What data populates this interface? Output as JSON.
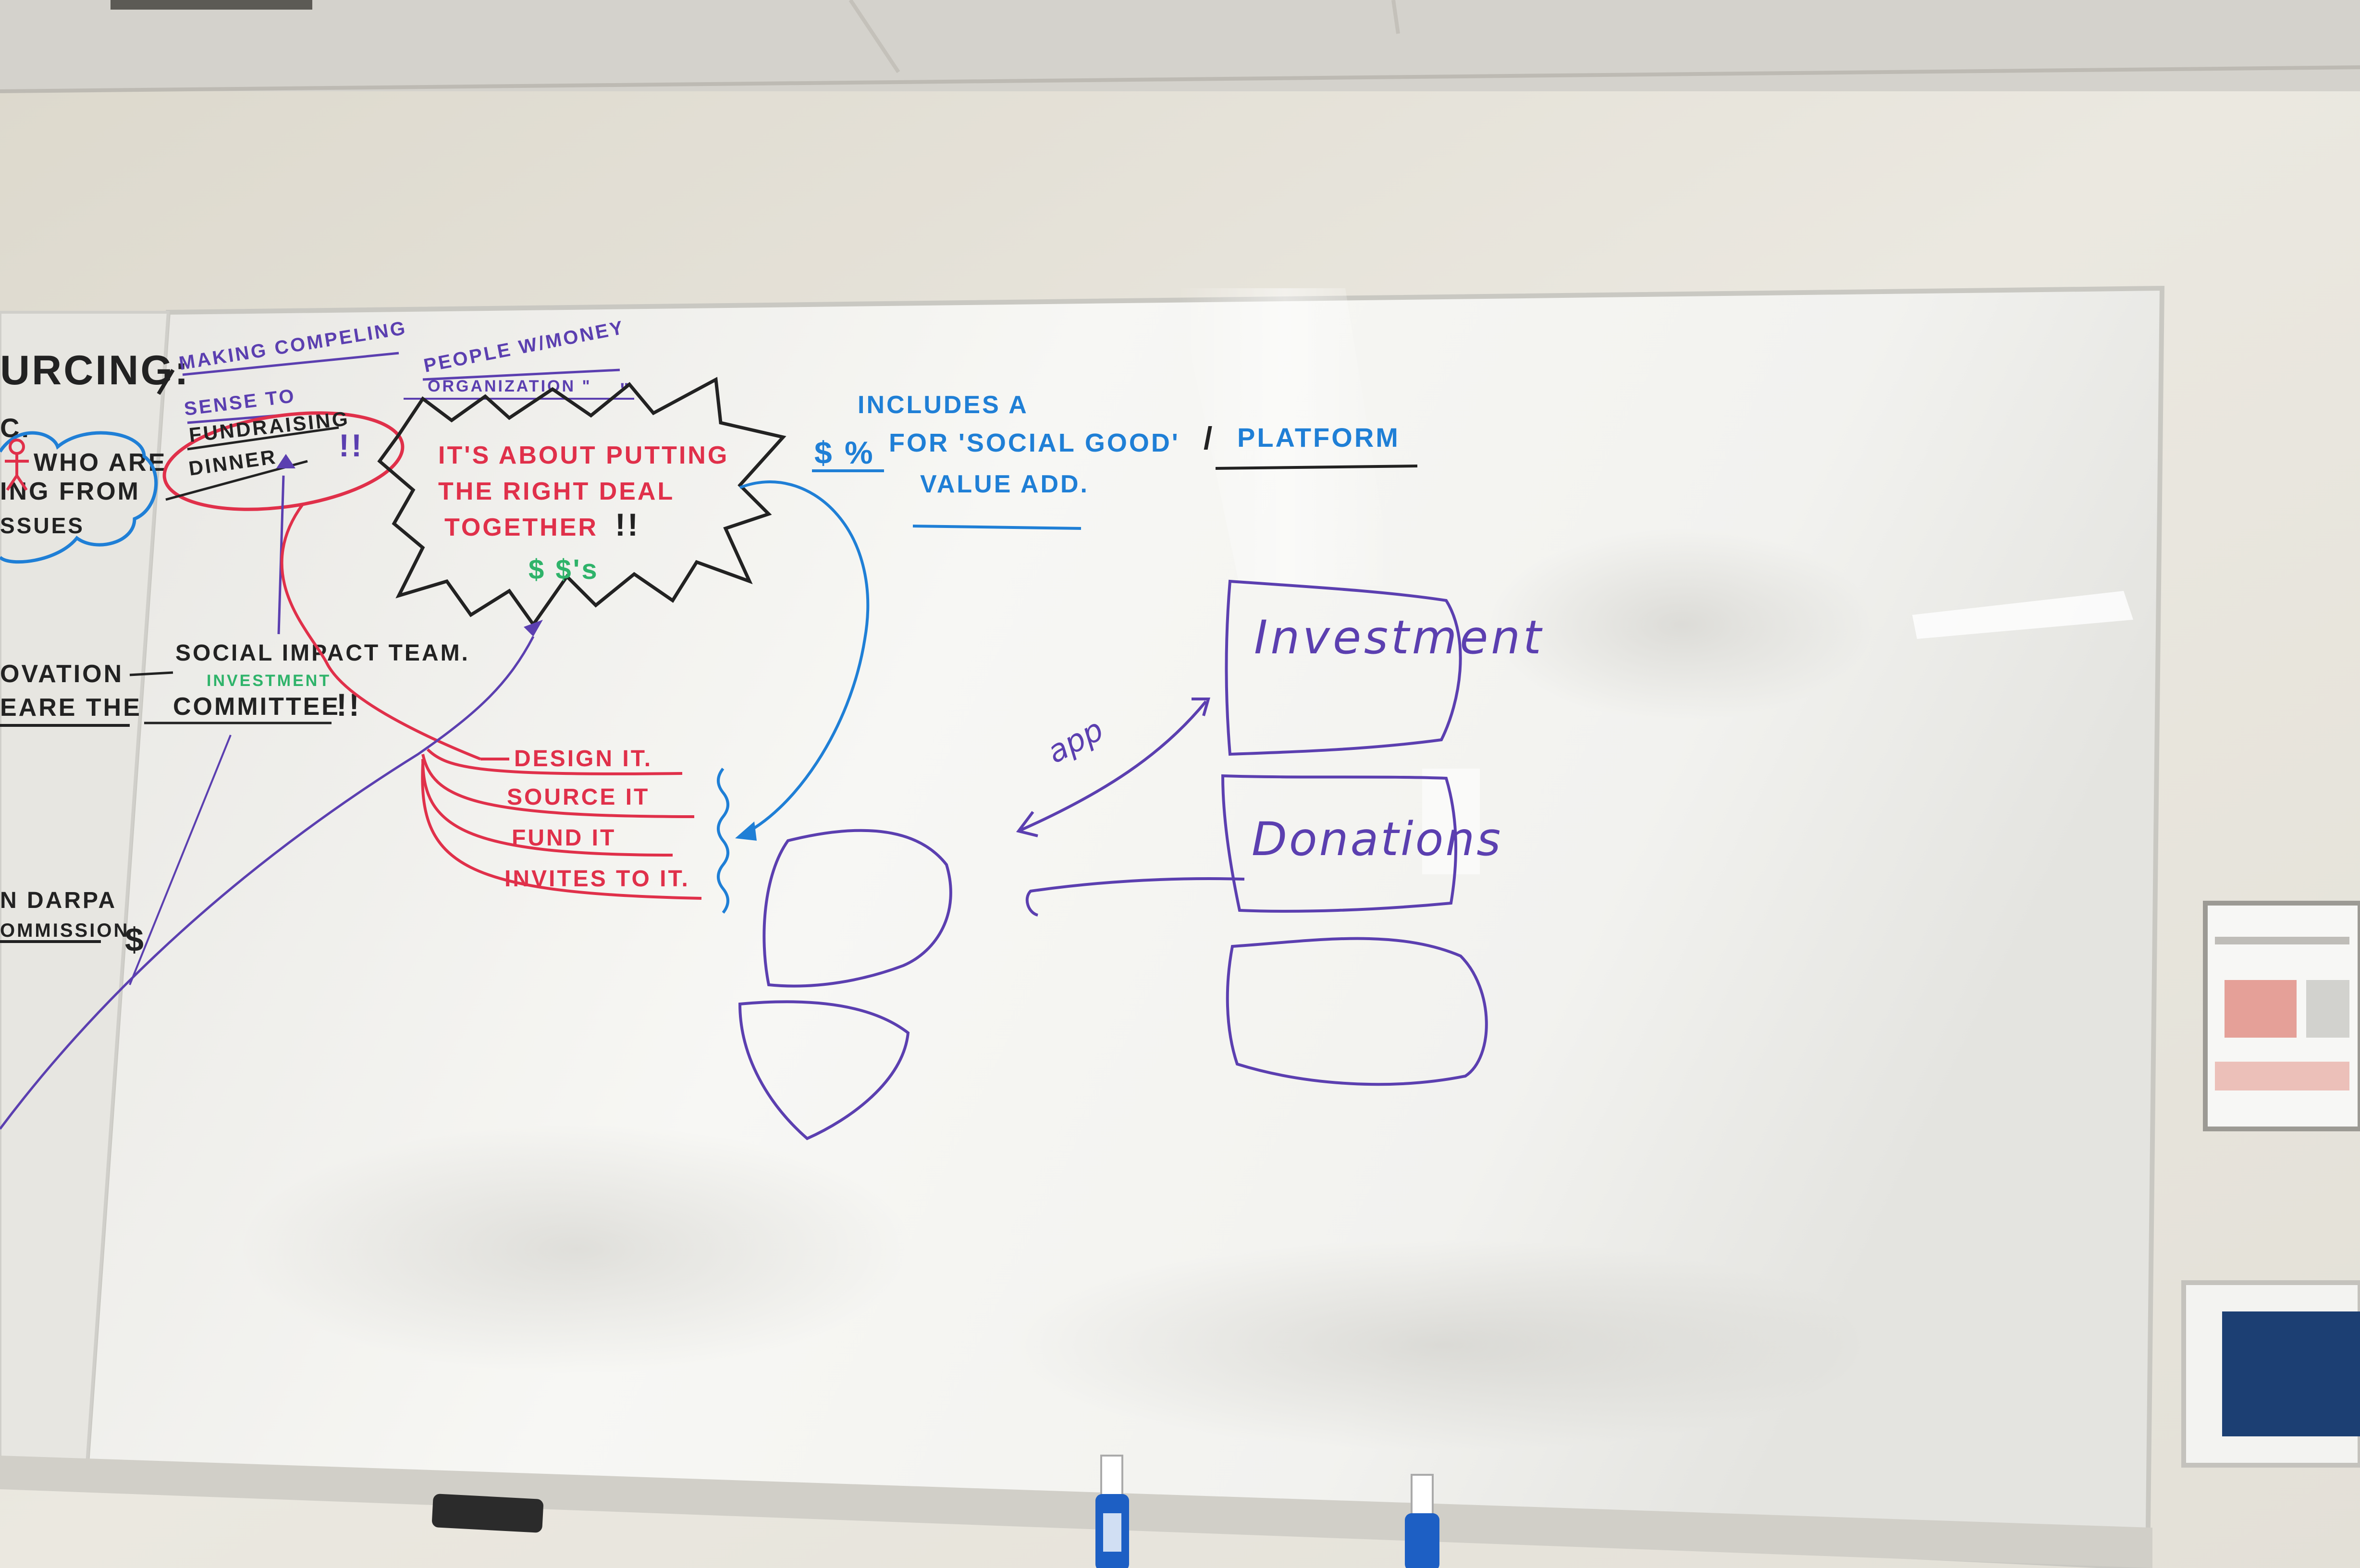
{
  "colors": {
    "wall": "#e9e6dd",
    "board": "#f4f3ef",
    "marker_black": "#222222",
    "marker_red": "#e0304a",
    "marker_blue": "#1f7fd6",
    "marker_purple": "#5b3fb0",
    "marker_green": "#2fb36a"
  },
  "left_edge": {
    "sourcing": "URCING:",
    "etc": "C.",
    "who_are": "WHO ARE",
    "ing_from": "ING FROM",
    "issues": "SSUES",
    "ovation": "OVATION",
    "we_are_the": "EARE THE",
    "darpa": "N DARPA",
    "commission": "OMMISSION"
  },
  "purple_notes": {
    "making_compelling": "MAKING COMPELING",
    "sense_to": "SENSE TO",
    "people_with_money": "PEOPLE W/MONEY",
    "organization": "ORGANIZATION \"",
    "quote_marks": "\"",
    "bang": "!!"
  },
  "fundraising": {
    "line1": "FUNDRAISING",
    "line2": "DINNER"
  },
  "burst": {
    "line1": "IT'S ABOUT PUTTING",
    "line2": "THE RIGHT DEAL",
    "line3": "TOGETHER",
    "bang": "!!",
    "money": "$ $'s"
  },
  "committee": {
    "social_impact_team": "SOCIAL IMPACT TEAM.",
    "investment": "INVESTMENT",
    "committee": "COMMITTEE",
    "bang": "!!"
  },
  "actions": [
    "DESIGN IT.",
    "SOURCE IT",
    "FUND IT",
    "INVITES TO IT."
  ],
  "blue_note": {
    "includes": "INCLUDES A",
    "dollar_pct": "$ %",
    "for_social_good": "FOR 'SOCIAL GOOD'",
    "slash": "/",
    "platform": "PLATFORM",
    "value_add": "VALUE ADD."
  },
  "diagram": {
    "investment": "Investment",
    "donations": "Donations",
    "app": "app"
  },
  "misc": {
    "dollar": "$"
  }
}
